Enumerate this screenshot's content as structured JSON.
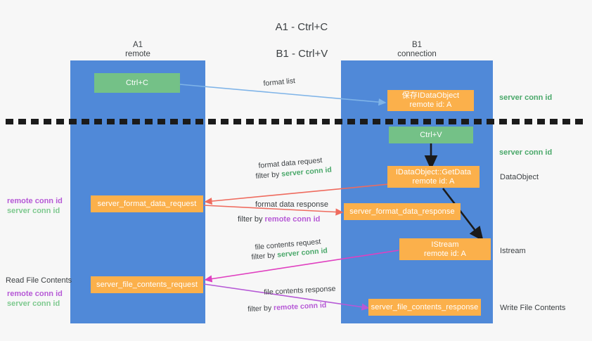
{
  "title": {
    "line1": "A1 - Ctrl+C",
    "line2": "B1 - Ctrl+V"
  },
  "columns": [
    {
      "name": "A1",
      "sub": "remote"
    },
    {
      "name": "B1",
      "sub": "connection"
    }
  ],
  "nodes": [
    {
      "id": "ctrl-c",
      "l1": "Ctrl+C",
      "l2": "",
      "color": "green"
    },
    {
      "id": "idataobject-create",
      "l1": "保存IDataObject",
      "l2": "remote id: A",
      "color": "orange"
    },
    {
      "id": "ctrl-v",
      "l1": "Ctrl+V",
      "l2": "",
      "color": "green"
    },
    {
      "id": "idataobject-getdata",
      "l1": "IDataObject::GetData",
      "l2": "remote id: A",
      "color": "orange"
    },
    {
      "id": "server-format-data-request",
      "l1": "server_format_data_request",
      "l2": "",
      "color": "orange"
    },
    {
      "id": "server-format-data-response",
      "l1": "server_format_data_response",
      "l2": "",
      "color": "orange"
    },
    {
      "id": "istream",
      "l1": "IStream",
      "l2": "remote id: A",
      "color": "orange"
    },
    {
      "id": "server-file-contents-request",
      "l1": "server_file_contents_request",
      "l2": "",
      "color": "orange"
    },
    {
      "id": "server-file-contents-response",
      "l1": "server_file_contents_response",
      "l2": "",
      "color": "orange"
    }
  ],
  "edges": [
    {
      "id": "format-list",
      "caption": "format list",
      "filter_prefix": "",
      "filter_value": "",
      "filter_color": ""
    },
    {
      "id": "format-data-request",
      "caption": "format data request",
      "filter_prefix": "filter by ",
      "filter_value": "server conn id",
      "filter_color": "green"
    },
    {
      "id": "format-data-response",
      "caption": "format data response",
      "filter_prefix": "filter by ",
      "filter_value": "remote conn id",
      "filter_color": "purple"
    },
    {
      "id": "file-contents-request",
      "caption": "file contents request",
      "filter_prefix": "filter by ",
      "filter_value": "server conn id",
      "filter_color": "green"
    },
    {
      "id": "file-contents-response",
      "caption": "file contents response",
      "filter_prefix": "filter by ",
      "filter_value": "remote conn id",
      "filter_color": "purple"
    }
  ],
  "right_labels": [
    {
      "id": "right-server-conn-id-1",
      "text": "server conn id",
      "style": "green"
    },
    {
      "id": "right-server-conn-id-2",
      "text": "server conn id",
      "style": "green"
    },
    {
      "id": "right-dataobject",
      "text": "DataObject",
      "style": "plain"
    },
    {
      "id": "right-istream",
      "text": "Istream",
      "style": "plain"
    },
    {
      "id": "right-write-file",
      "text": "Write File Contents",
      "style": "plain"
    }
  ],
  "left_labels": {
    "conn_pair_top": {
      "remote": "remote conn id",
      "server": "server conn id"
    },
    "read_file": {
      "heading": "Read File Contents",
      "remote": "remote conn id",
      "server": "server conn id"
    }
  },
  "colors": {
    "lane": "#5089d8",
    "green_node": "#74c187",
    "orange_node": "#fbb04b",
    "green_text": "#4aa86a",
    "purple_text": "#b659d6",
    "arrow_blue": "#7fb4e8",
    "arrow_red": "#ef6b5e",
    "arrow_magenta": "#e040c0",
    "arrow_purple": "#b659d6",
    "arrow_black": "#1b1b1b",
    "background": "#f7f7f7"
  }
}
